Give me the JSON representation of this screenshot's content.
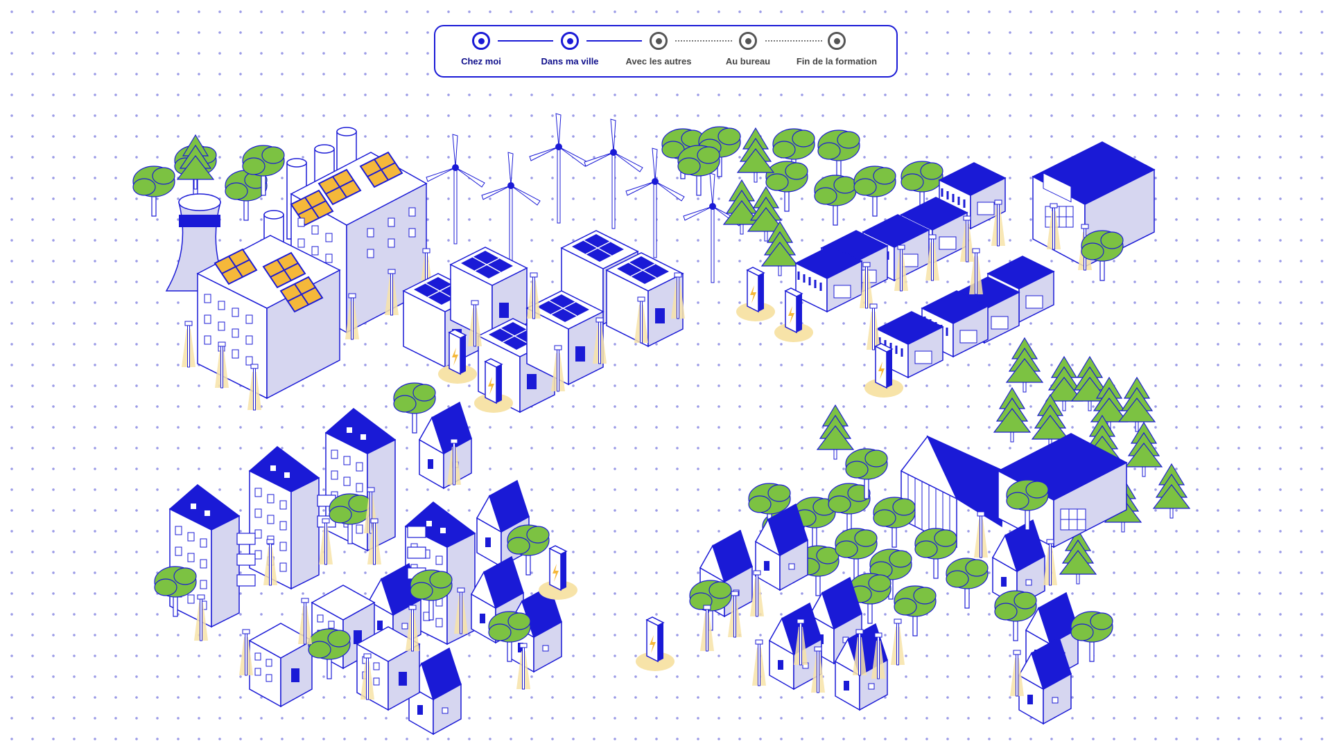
{
  "colors": {
    "accent": "#1a1ad6",
    "pending": "#555555",
    "tree": "#7cc242",
    "wall": "#d6d6f0",
    "window_lit": "#f5b83a",
    "light_glow": "#f7e3a8"
  },
  "progress": {
    "current_step": 2,
    "total_steps": 5,
    "steps": [
      {
        "label": "Chez moi",
        "state": "completed"
      },
      {
        "label": "Dans ma ville",
        "state": "current"
      },
      {
        "label": "Avec les autres",
        "state": "pending"
      },
      {
        "label": "Au bureau",
        "state": "pending"
      },
      {
        "label": "Fin de la formation",
        "state": "pending"
      }
    ]
  },
  "scene": {
    "districts": [
      {
        "name": "energy-district",
        "icon": "factory-icon"
      },
      {
        "name": "commercial-district",
        "icon": "shop-icon"
      },
      {
        "name": "residential-district",
        "icon": "apartment-icon"
      },
      {
        "name": "green-district",
        "icon": "house-icon"
      }
    ]
  }
}
